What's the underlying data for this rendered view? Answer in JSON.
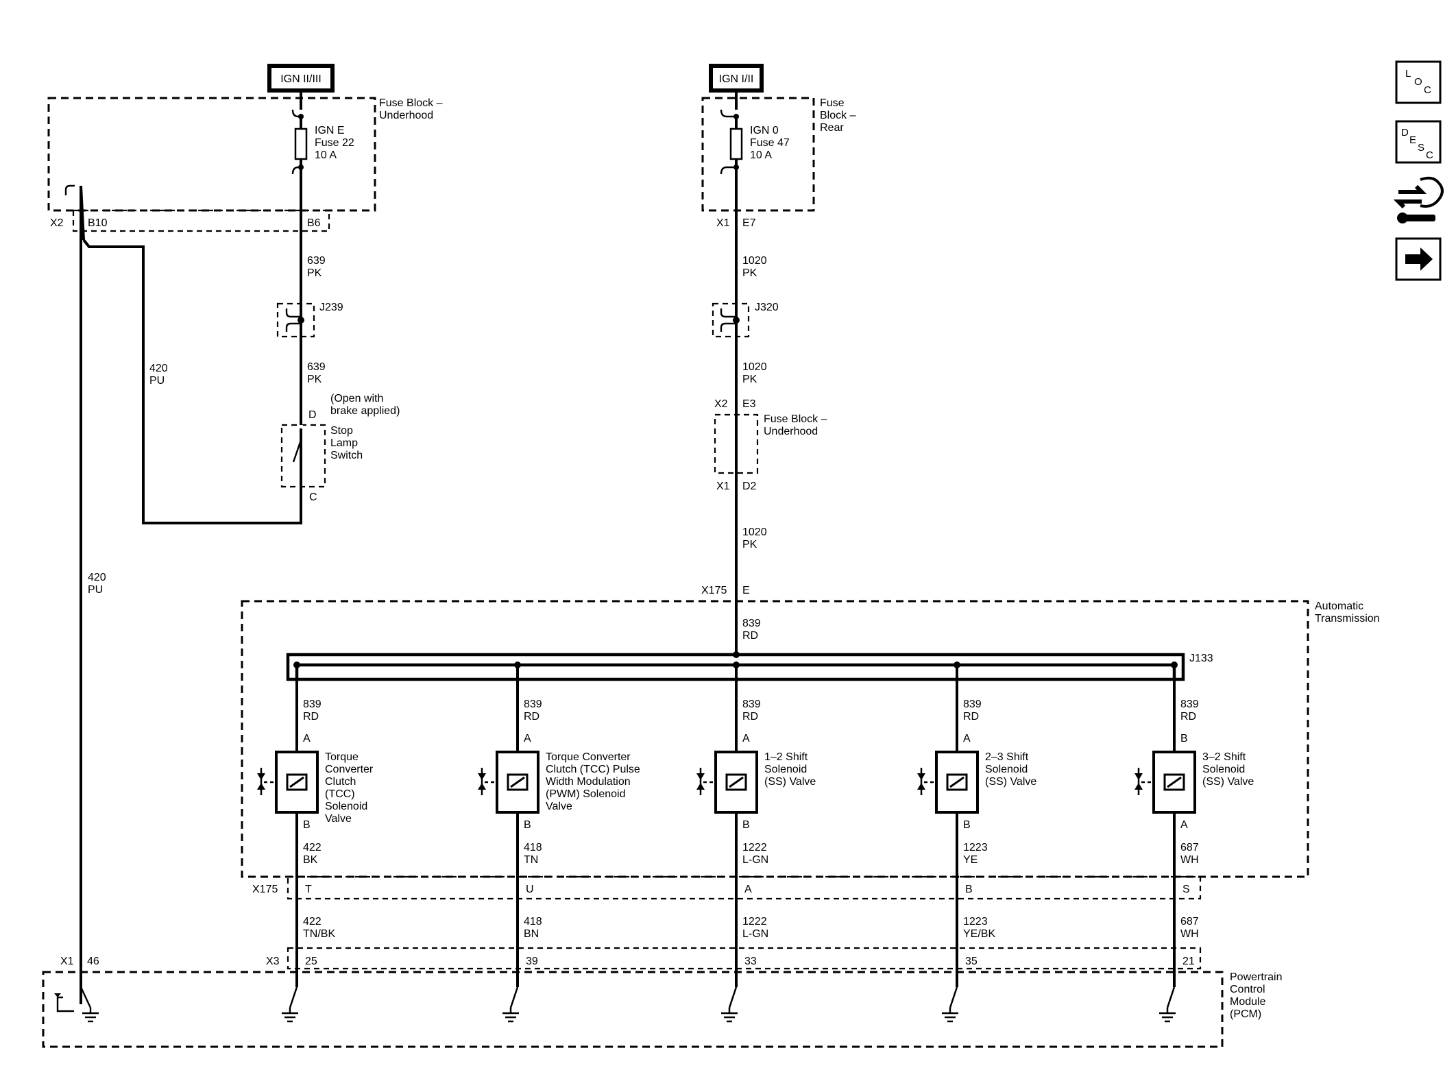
{
  "power": {
    "ign_left": "IGN II/III",
    "ign_right": "IGN I/II"
  },
  "fuse_blocks": {
    "underhood_left": [
      "Fuse Block –",
      "Underhood"
    ],
    "rear": [
      "Fuse",
      "Block –",
      "Rear"
    ],
    "underhood_right": [
      "Fuse Block –",
      "Underhood"
    ]
  },
  "fuses": {
    "left": [
      "IGN E",
      "Fuse 22",
      "10 A"
    ],
    "right": [
      "IGN 0",
      "Fuse 47",
      "10 A"
    ]
  },
  "connectors": {
    "x2_left": "X2",
    "b10": "B10",
    "b6": "B6",
    "x1_rear": "X1",
    "e7": "E7",
    "x2_right": "X2",
    "e3": "E3",
    "x1_d2": "X1",
    "d2": "D2",
    "x175_top": "X175",
    "e_pin": "E",
    "x175_bottom": "X175",
    "x1_pcm": "X1",
    "pin46": "46",
    "x3": "X3"
  },
  "splices": {
    "j239": "J239",
    "j320": "J320",
    "j133": "J133"
  },
  "wires": {
    "w639_a": [
      "639",
      "PK"
    ],
    "w639_b": [
      "639",
      "PK"
    ],
    "w420_a": [
      "420",
      "PU"
    ],
    "w420_b": [
      "420",
      "PU"
    ],
    "w1020_a": [
      "1020",
      "PK"
    ],
    "w1020_b": [
      "1020",
      "PK"
    ],
    "w1020_c": [
      "1020",
      "PK"
    ],
    "w839_main": [
      "839",
      "RD"
    ]
  },
  "stop_lamp": {
    "note": [
      "(Open with",
      "brake applied)"
    ],
    "pin_d": "D",
    "pin_c": "C",
    "name": [
      "Stop",
      "Lamp",
      "Switch"
    ]
  },
  "transmission": [
    "Automatic",
    "Transmission"
  ],
  "pcm": [
    "Powertrain",
    "Control",
    "Module",
    "(PCM)"
  ],
  "solenoids": [
    {
      "name": [
        "Torque",
        "Converter",
        "Clutch",
        "(TCC)",
        "Solenoid",
        "Valve"
      ],
      "top_wire": [
        "839",
        "RD"
      ],
      "top_pin": "A",
      "bottom_pin": "B",
      "mid_wire": [
        "422",
        "BK"
      ],
      "x175_pin": "T",
      "low_wire": [
        "422",
        "TN/BK"
      ],
      "pcm_pin": "25"
    },
    {
      "name": [
        "Torque Converter",
        "Clutch (TCC) Pulse",
        "Width Modulation",
        "(PWM) Solenoid",
        "Valve"
      ],
      "top_wire": [
        "839",
        "RD"
      ],
      "top_pin": "A",
      "bottom_pin": "B",
      "mid_wire": [
        "418",
        "TN"
      ],
      "x175_pin": "U",
      "low_wire": [
        "418",
        "BN"
      ],
      "pcm_pin": "39"
    },
    {
      "name": [
        "1–2 Shift",
        "Solenoid",
        "(SS) Valve"
      ],
      "top_wire": [
        "839",
        "RD"
      ],
      "top_pin": "A",
      "bottom_pin": "B",
      "mid_wire": [
        "1222",
        "L-GN"
      ],
      "x175_pin": "A",
      "low_wire": [
        "1222",
        "L-GN"
      ],
      "pcm_pin": "33"
    },
    {
      "name": [
        "2–3 Shift",
        "Solenoid",
        "(SS) Valve"
      ],
      "top_wire": [
        "839",
        "RD"
      ],
      "top_pin": "A",
      "bottom_pin": "B",
      "mid_wire": [
        "1223",
        "YE"
      ],
      "x175_pin": "B",
      "low_wire": [
        "1223",
        "YE/BK"
      ],
      "pcm_pin": "35"
    },
    {
      "name": [
        "3–2 Shift",
        "Solenoid",
        "(SS) Valve"
      ],
      "top_wire": [
        "839",
        "RD"
      ],
      "top_pin": "B",
      "bottom_pin": "A",
      "mid_wire": [
        "687",
        "WH"
      ],
      "x175_pin": "S",
      "low_wire": [
        "687",
        "WH"
      ],
      "pcm_pin": "21"
    }
  ],
  "nav_icons": [
    {
      "name": "loc-icon",
      "letters": [
        "L",
        "O",
        "C"
      ]
    },
    {
      "name": "desc-icon",
      "letters": [
        "D",
        "E",
        "S",
        "C"
      ]
    },
    {
      "name": "connector-repair-icon"
    },
    {
      "name": "next-arrow-icon"
    }
  ]
}
